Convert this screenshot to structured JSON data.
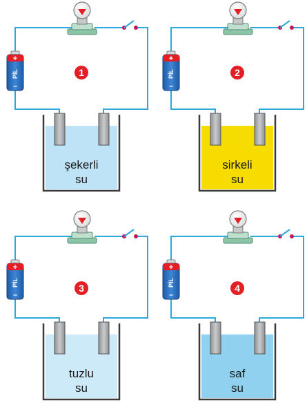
{
  "battery_text": "PİL",
  "battery_plus": "+",
  "battery_minus": "–",
  "colors": {
    "wire": "#29a9e0",
    "number_badge": "#e31e24",
    "battery_body": "#2b6fc1",
    "sugar_water": "#bfe3f6",
    "vinegar_water": "#f6dc00",
    "salt_water": "#cdeaf8",
    "pure_water": "#8fd1ef",
    "electrode": "#a7a9ac"
  },
  "circuits": [
    {
      "number": "1",
      "liquid_line1": "şekerli",
      "liquid_line2": "su",
      "liquid_color": "#bfe3f6"
    },
    {
      "number": "2",
      "liquid_line1": "sirkeli",
      "liquid_line2": "su",
      "liquid_color": "#f6dc00"
    },
    {
      "number": "3",
      "liquid_line1": "tuzlu",
      "liquid_line2": "su",
      "liquid_color": "#cdeaf8"
    },
    {
      "number": "4",
      "liquid_line1": "saf",
      "liquid_line2": "su",
      "liquid_color": "#8fd1ef"
    }
  ]
}
